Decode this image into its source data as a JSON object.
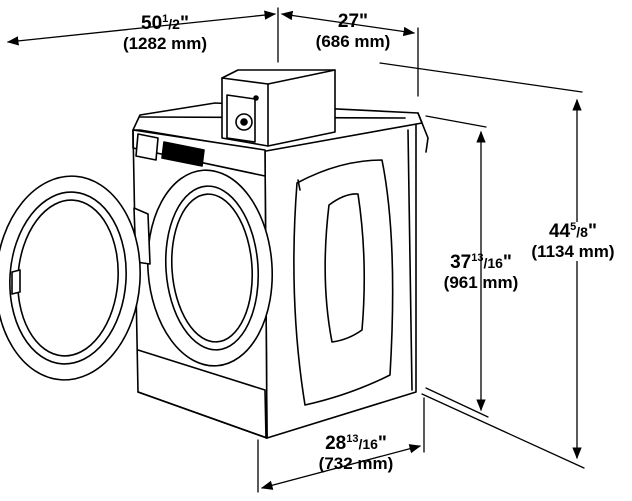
{
  "dimensions": {
    "width": {
      "whole": "50",
      "num": "1",
      "den": "2",
      "metric": "(1282 mm)"
    },
    "depth": {
      "whole": "27\"",
      "metric": "(686 mm)"
    },
    "height_cabinet": {
      "whole": "37",
      "num": "13",
      "den": "16",
      "metric": "(961 mm)"
    },
    "height_total": {
      "whole": "44",
      "num": "5",
      "den": "8",
      "metric": "(1134 mm)"
    },
    "width_base": {
      "whole": "28",
      "num": "13",
      "den": "16",
      "metric": "(732 mm)"
    }
  },
  "colors": {
    "line": "#000000",
    "background": "#ffffff"
  },
  "icons": [
    "coin-box-icon",
    "washer-icon"
  ]
}
